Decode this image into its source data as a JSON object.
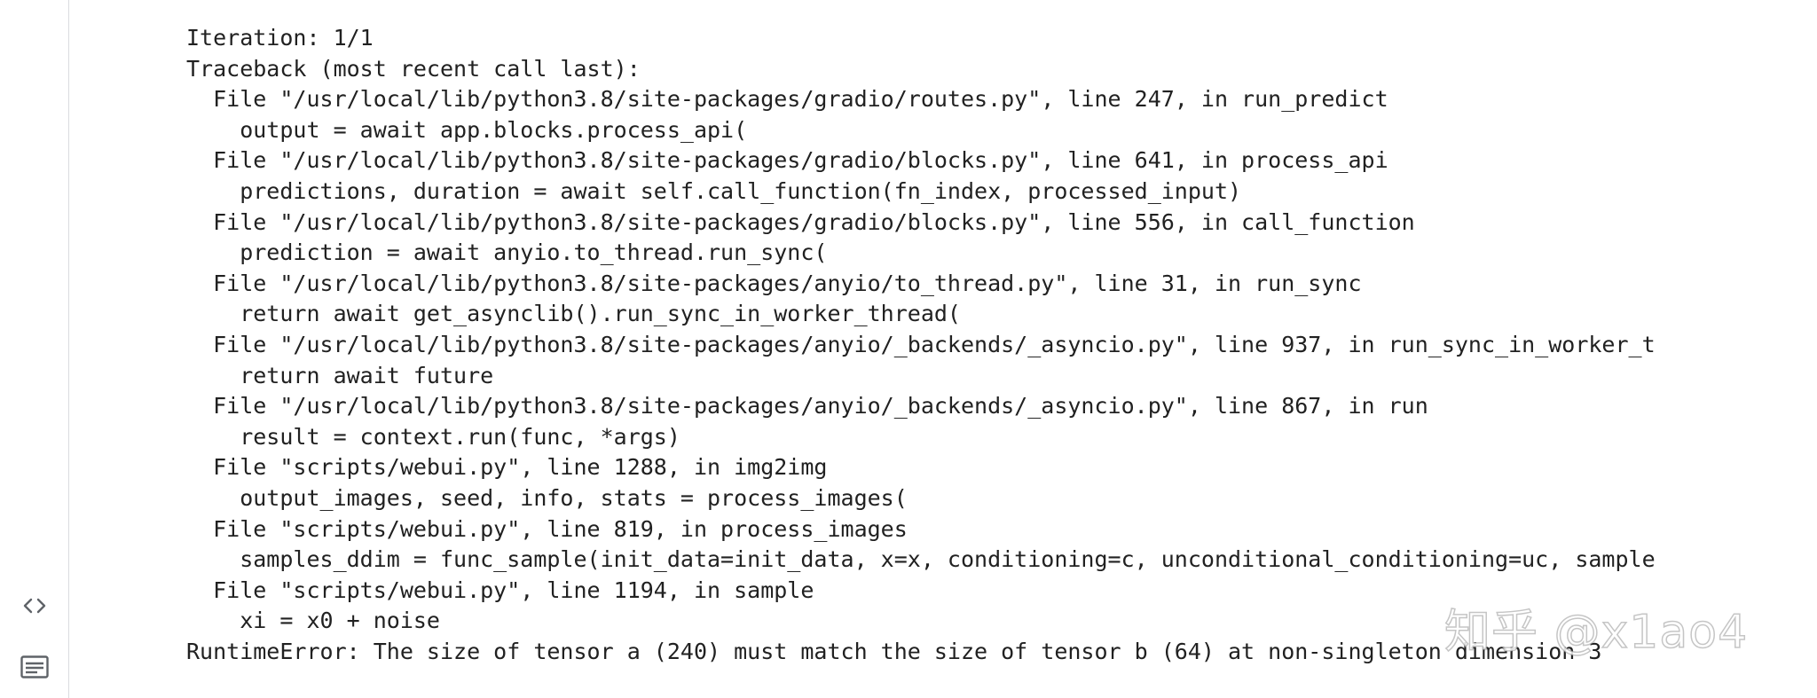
{
  "output_lines": [
    "Iteration: 1/1",
    "Traceback (most recent call last):",
    "  File \"/usr/local/lib/python3.8/site-packages/gradio/routes.py\", line 247, in run_predict",
    "    output = await app.blocks.process_api(",
    "  File \"/usr/local/lib/python3.8/site-packages/gradio/blocks.py\", line 641, in process_api",
    "    predictions, duration = await self.call_function(fn_index, processed_input)",
    "  File \"/usr/local/lib/python3.8/site-packages/gradio/blocks.py\", line 556, in call_function",
    "    prediction = await anyio.to_thread.run_sync(",
    "  File \"/usr/local/lib/python3.8/site-packages/anyio/to_thread.py\", line 31, in run_sync",
    "    return await get_asynclib().run_sync_in_worker_thread(",
    "  File \"/usr/local/lib/python3.8/site-packages/anyio/_backends/_asyncio.py\", line 937, in run_sync_in_worker_t",
    "    return await future",
    "  File \"/usr/local/lib/python3.8/site-packages/anyio/_backends/_asyncio.py\", line 867, in run",
    "    result = context.run(func, *args)",
    "  File \"scripts/webui.py\", line 1288, in img2img",
    "    output_images, seed, info, stats = process_images(",
    "  File \"scripts/webui.py\", line 819, in process_images",
    "    samples_ddim = func_sample(init_data=init_data, x=x, conditioning=c, unconditional_conditioning=uc, sample",
    "  File \"scripts/webui.py\", line 1194, in sample",
    "    xi = x0 + noise",
    "RuntimeError: The size of tensor a (240) must match the size of tensor b (64) at non-singleton dimension 3"
  ],
  "watermark": "知乎 @x1ao4",
  "gutter": {
    "code_icon": "code-icon",
    "text_icon": "text-output-icon"
  },
  "colors": {
    "text": "#212121",
    "icon": "#5f6368",
    "divider": "#dadce0"
  }
}
